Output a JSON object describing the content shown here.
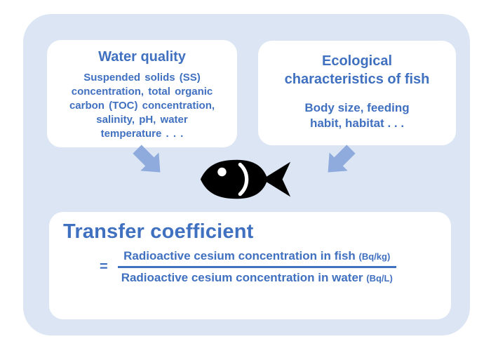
{
  "colors": {
    "panel": "#dbe5f3",
    "box": "#ffffff",
    "blue": "#4070c0",
    "arrow": "#8faadc",
    "fish": "#000000"
  },
  "icons": {
    "fish": "fish-icon",
    "arrow_left": "block-arrow-down-right-icon",
    "arrow_right": "block-arrow-down-left-icon"
  },
  "boxes": {
    "water_quality": {
      "title": "Water quality",
      "lines": [
        "Suspended solids (SS)",
        "concentration, total organic",
        "carbon (TOC) concentration,",
        "salinity, pH, water",
        "temperature . . ."
      ]
    },
    "ecological": {
      "title_lines": [
        "Ecological",
        "characteristics  of fish"
      ],
      "lines": [
        "Body size, feeding",
        "habit, habitat . . ."
      ]
    },
    "transfer": {
      "title": "Transfer coefficient",
      "equals": "=",
      "numerator": "Radioactive cesium concentration in fish",
      "numerator_unit": "(Bq/kg)",
      "denominator": "Radioactive cesium concentration in water",
      "denominator_unit": "(Bq/L)"
    }
  }
}
